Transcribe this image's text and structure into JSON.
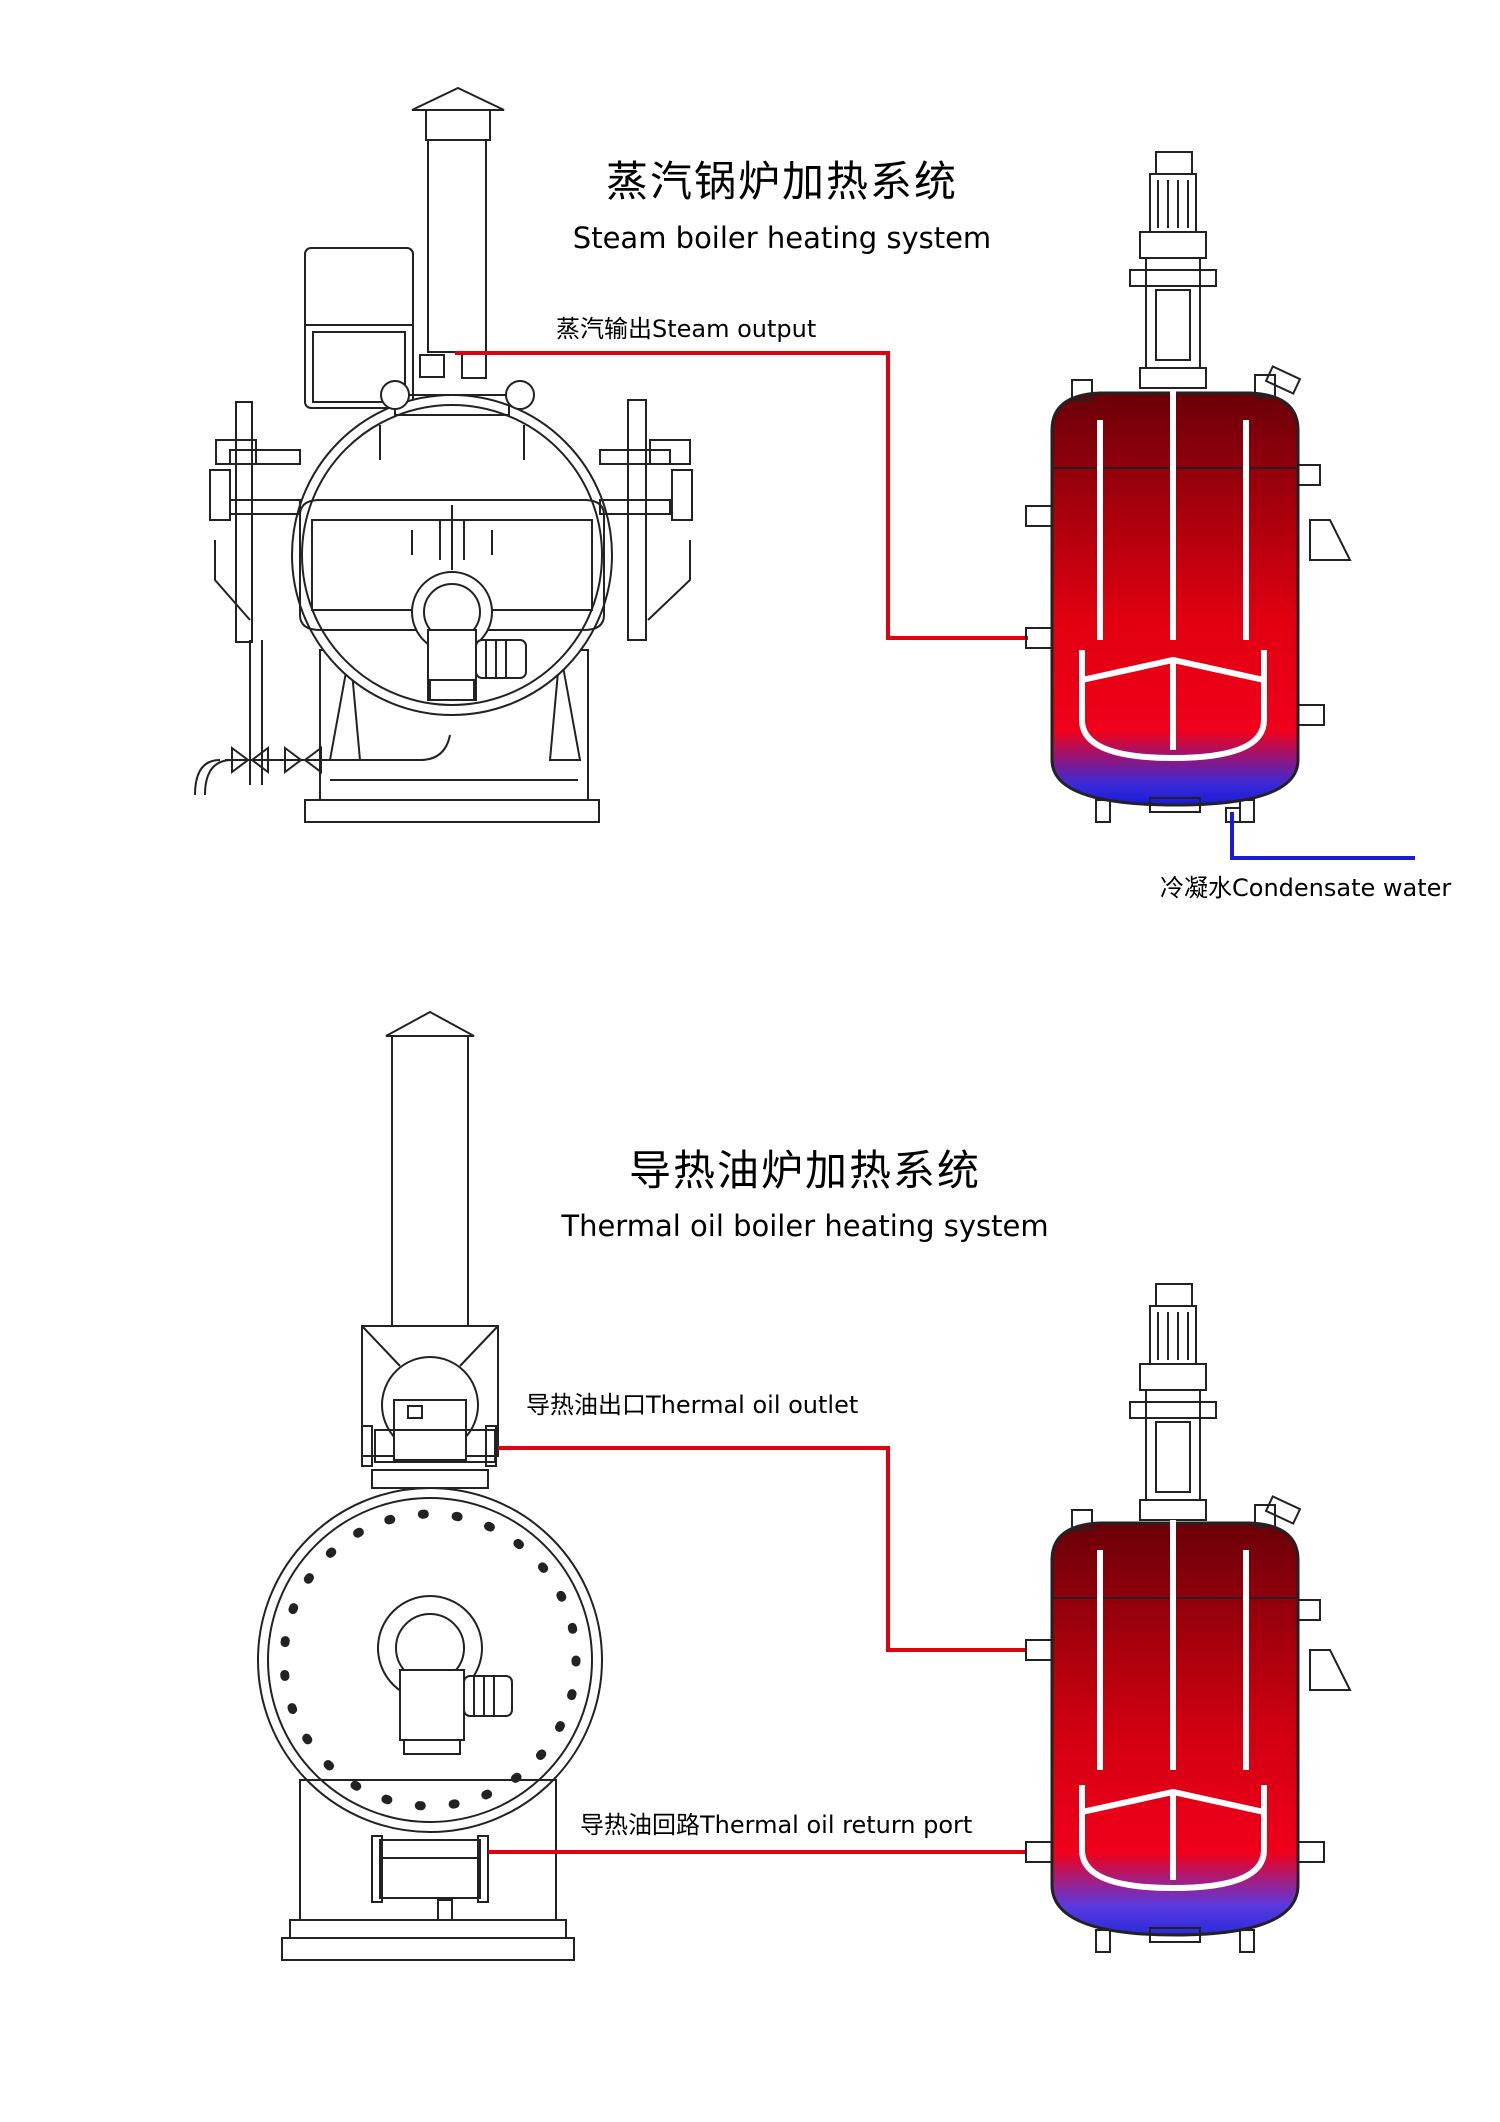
{
  "steam": {
    "title_cn": "蒸汽锅炉加热系统",
    "title_en": "Steam boiler heating system",
    "steam_output": "蒸汽输出Steam output",
    "condensate": "冷凝水Condensate water"
  },
  "oil": {
    "title_cn": "导热油炉加热系统",
    "title_en": "Thermal oil boiler heating system",
    "outlet": "导热油出口Thermal oil outlet",
    "return": "导热油回路Thermal oil return port"
  },
  "colors": {
    "hot": "#e00010",
    "hot_dark": "#6a0008",
    "cold": "#1a1ad8",
    "line": "#222222"
  },
  "icons": [
    "steam-boiler-icon",
    "thermal-oil-boiler-icon",
    "reactor-vessel-icon",
    "chimney-icon",
    "burner-icon",
    "motor-icon"
  ]
}
